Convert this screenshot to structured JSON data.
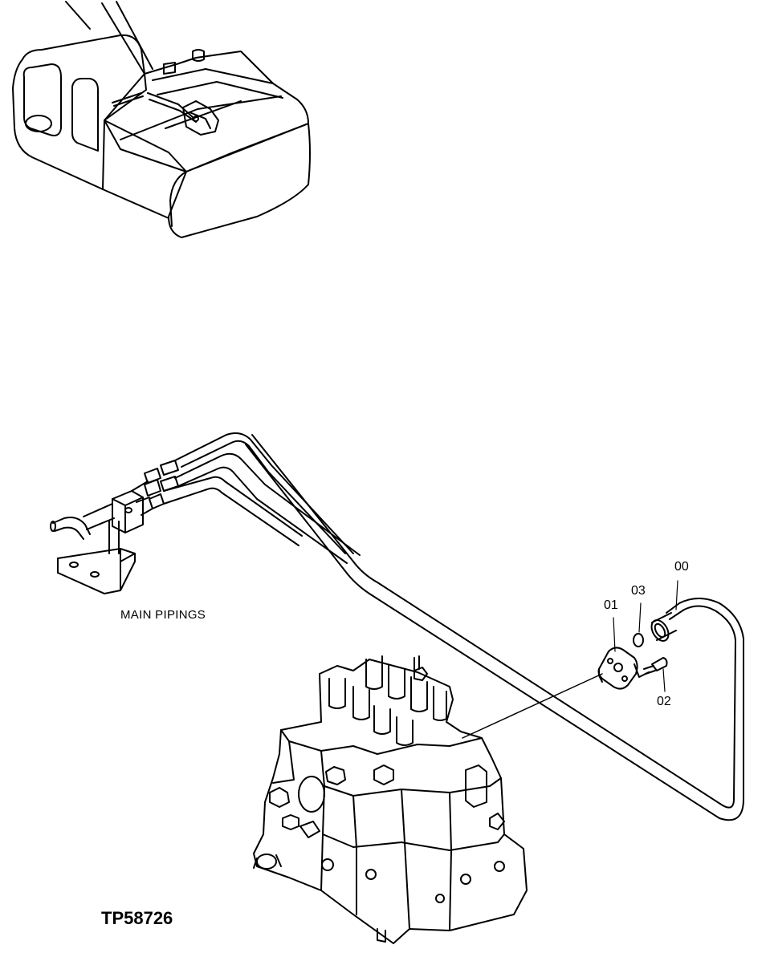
{
  "figure": {
    "figure_number": "TP58726",
    "assembly_label": "MAIN PIPINGS",
    "callouts": [
      {
        "id": "00"
      },
      {
        "id": "01"
      },
      {
        "id": "02"
      },
      {
        "id": "03"
      }
    ]
  }
}
